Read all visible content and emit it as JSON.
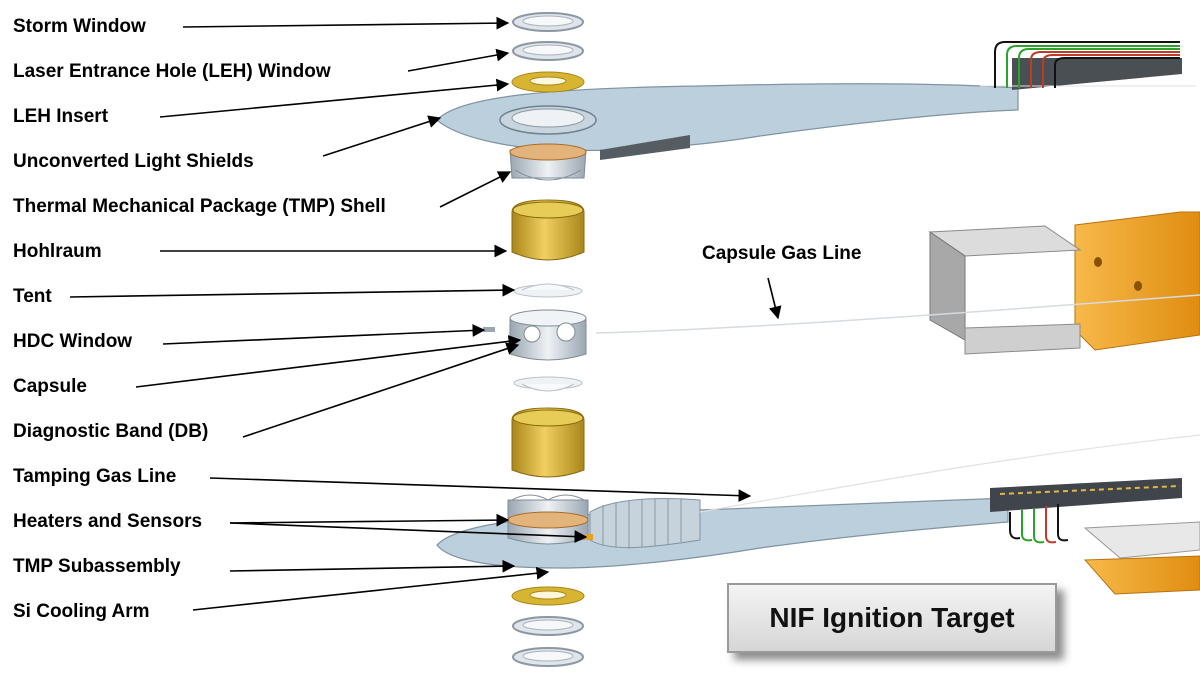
{
  "labels": [
    "Storm Window",
    "Laser Entrance Hole (LEH) Window",
    "LEH Insert",
    "Unconverted Light Shields",
    "Thermal Mechanical Package (TMP) Shell",
    "Hohlraum",
    "Tent",
    "HDC Window",
    "Capsule",
    "Diagnostic Band (DB)",
    "Tamping Gas Line",
    "Heaters and Sensors",
    "TMP Subassembly",
    "Si Cooling Arm"
  ],
  "capsule_gas_line_label": "Capsule Gas Line",
  "title": "NIF Ignition Target",
  "colors": {
    "gold": "#d8b531",
    "gold_dark": "#a9861a",
    "silver": "#cfd6dd",
    "arm_blue": "#b9ccd9",
    "orange": "#f2a424",
    "wire_green": "#2aa32a",
    "wire_red": "#c0392b",
    "wire_black": "#111111"
  }
}
